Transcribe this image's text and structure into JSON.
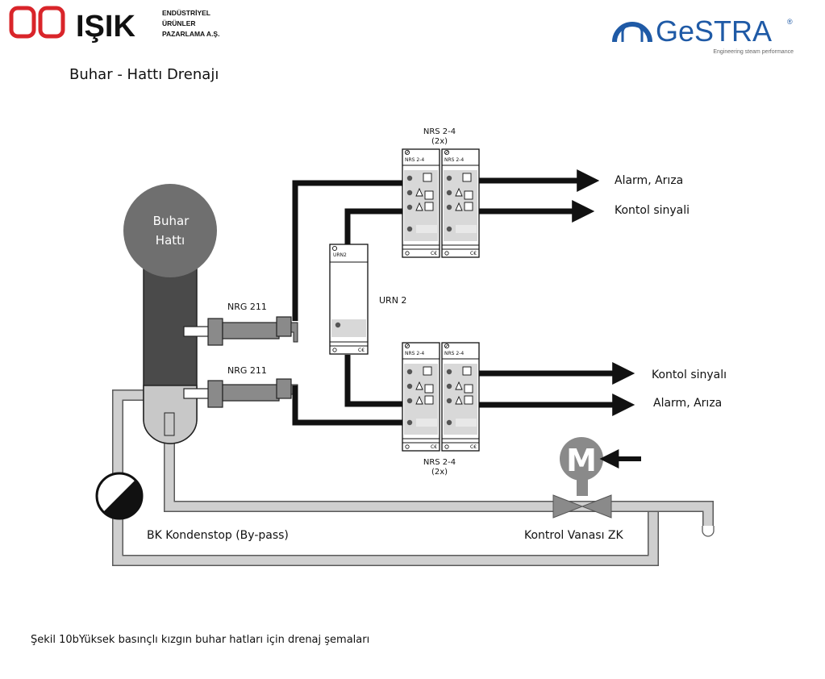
{
  "header": {
    "company_name": "IŞIK",
    "company_sub": [
      "ENDÜSTRİYEL",
      "ÜRÜNLER",
      "PAZARLAMA A.Ş."
    ],
    "gestra_name": "GeSTRA",
    "gestra_registered": "®",
    "gestra_tagline": "Engineering steam performance"
  },
  "title": "Buhar - Hattı Drenajı",
  "diagram": {
    "steam_line": [
      "Buhar",
      "Hattı"
    ],
    "sensor_upper": "NRG 211",
    "sensor_lower": "NRG 211",
    "nrs_top": [
      "NRS 2-4",
      "(2x)"
    ],
    "nrs_bottom": [
      "NRS 2-4",
      "(2x)"
    ],
    "nrs_module_label": "NRS 2-4",
    "urn_module_label": "URN2",
    "urn_label": "URN 2",
    "top_signals": [
      "Alarm, Arıza",
      "Kontol sinyali"
    ],
    "bottom_signals": [
      "Kontol sinyalı",
      "Alarm, Arıza"
    ],
    "motor_letter": "M",
    "bypass_label": "BK Kondenstop (By-pass)",
    "valve_label": "Kontrol Vanası ZK"
  },
  "caption": "Şekil 10bYüksek basınçlı kızgın buhar hatları için drenaj şemaları",
  "colors": {
    "logo_red": "#d9252a",
    "gestra_blue": "#1f5aa6",
    "pipe_gray": "#c8c8c8",
    "vessel_dark": "#4a4a4a",
    "signal_line": "#111111"
  }
}
